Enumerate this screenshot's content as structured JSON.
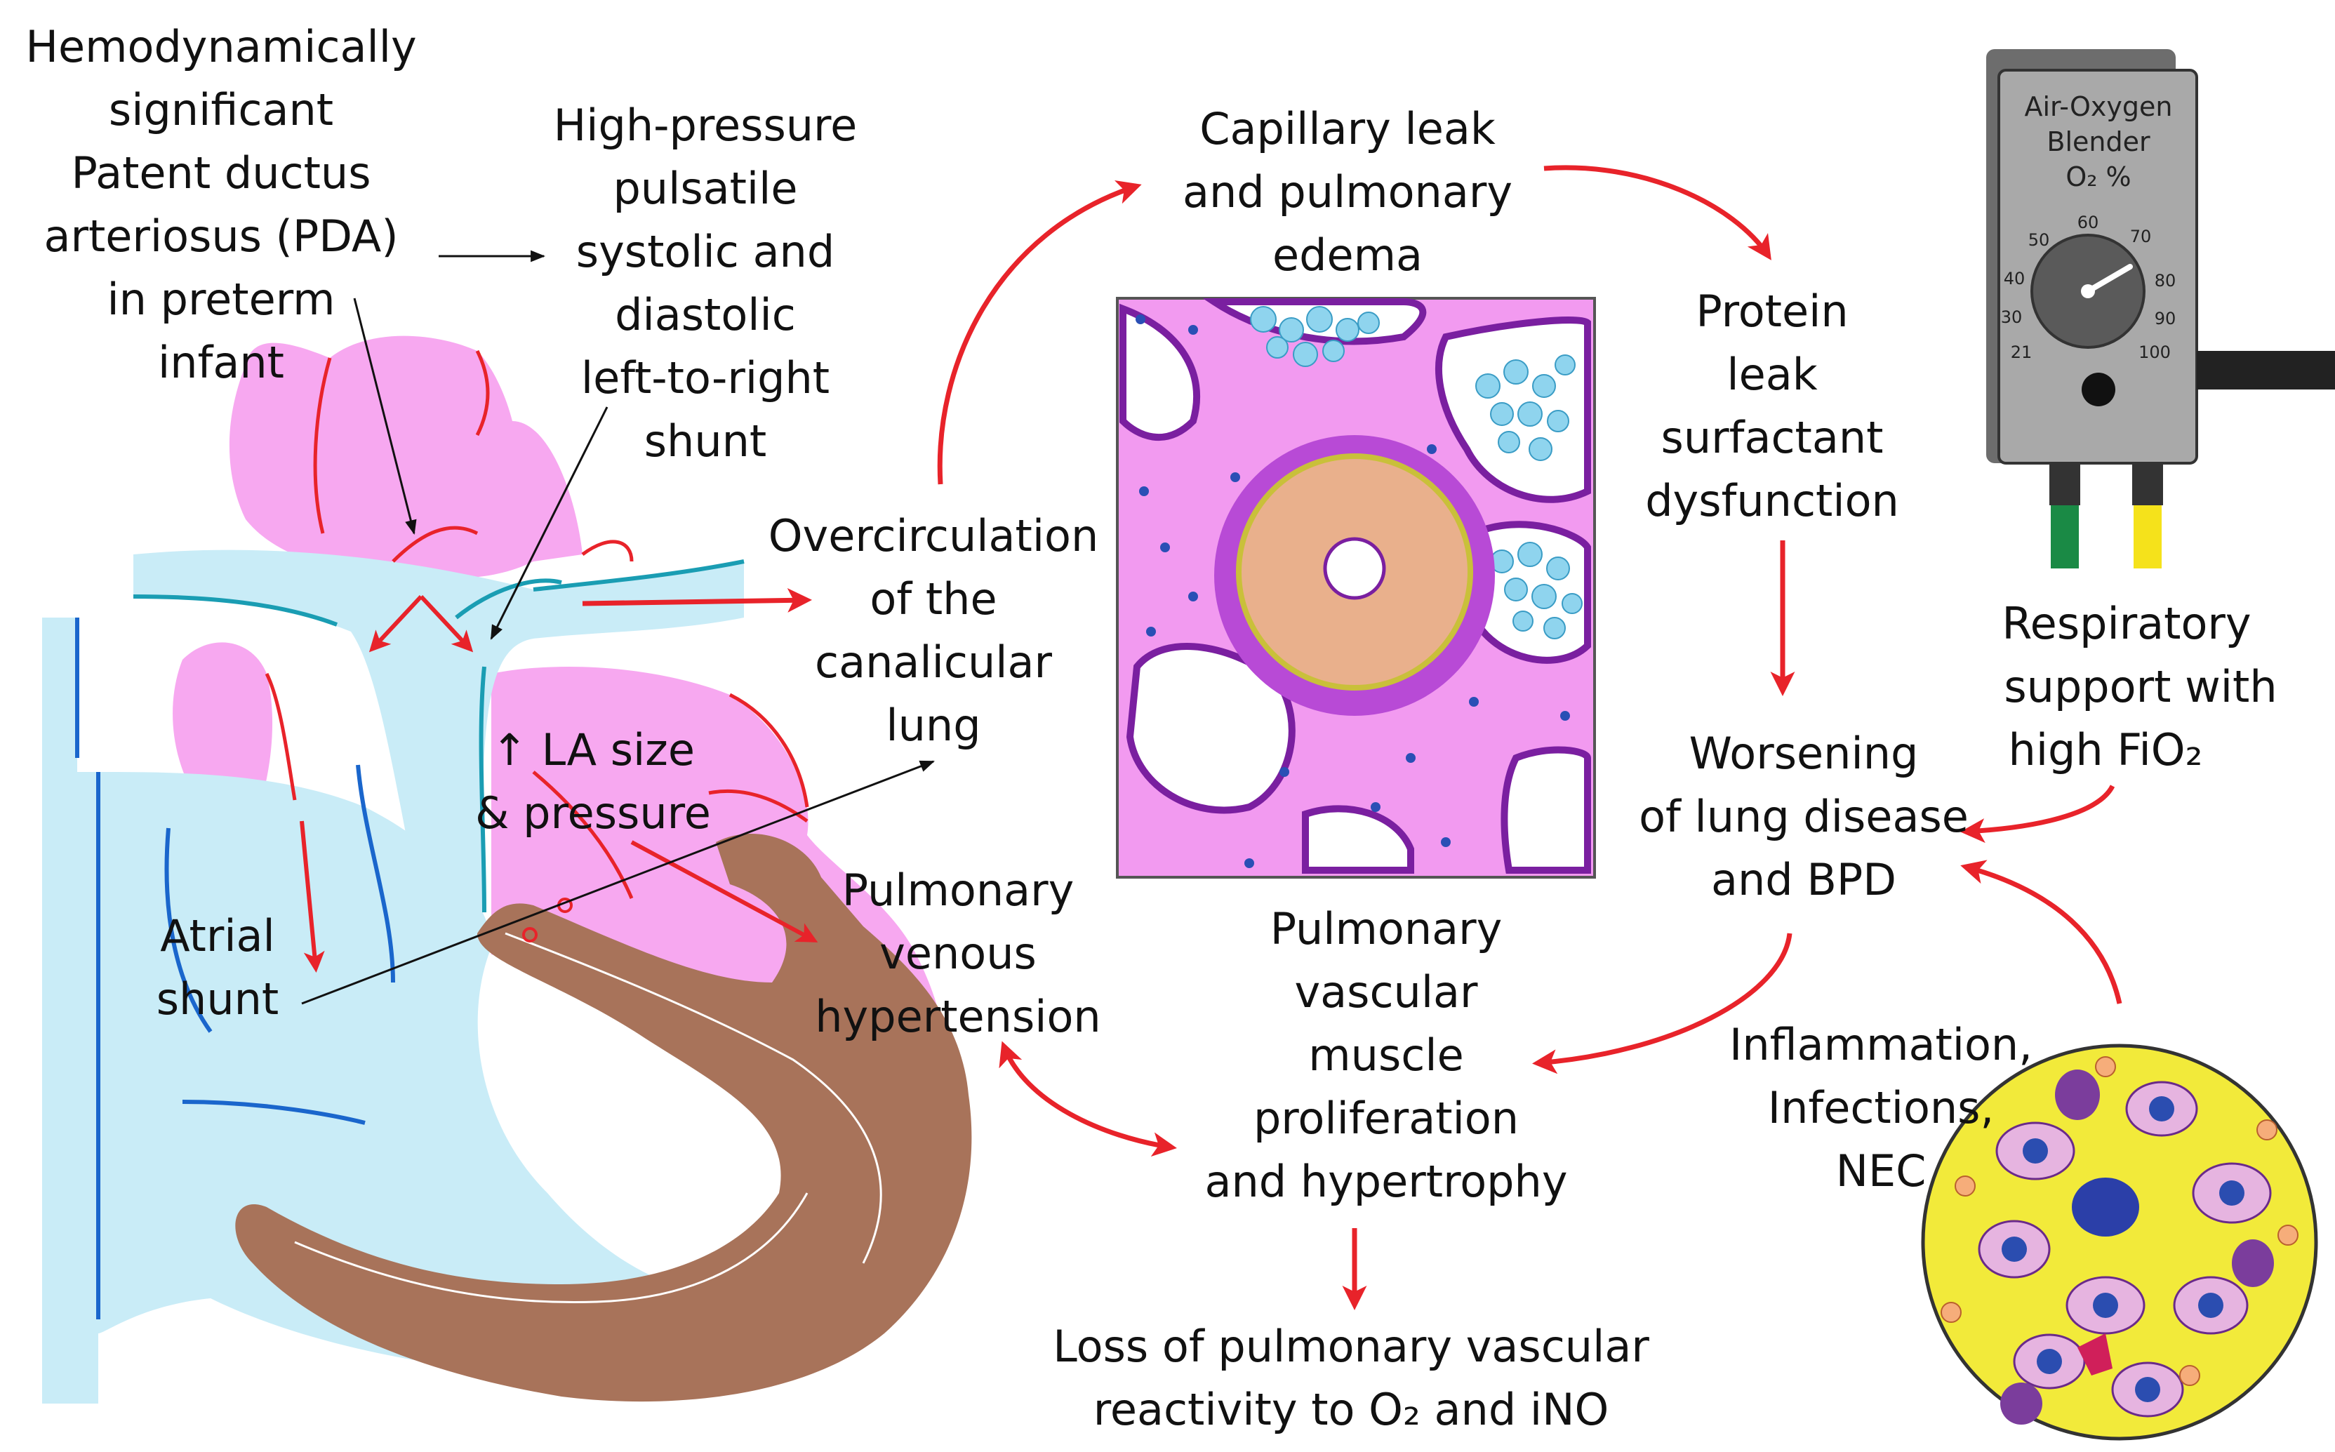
{
  "labels": {
    "pda": [
      "Hemodynamically",
      "significant",
      "Patent ductus",
      "arteriosus (PDA)",
      "in preterm",
      "infant"
    ],
    "shunt": [
      "High-pressure",
      "pulsatile",
      "systolic and",
      "diastolic",
      "left-to-right",
      "shunt"
    ],
    "capillary": [
      "Capillary leak",
      "and pulmonary",
      "edema"
    ],
    "protein": [
      "Protein",
      "leak",
      "surfactant",
      "dysfunction"
    ],
    "overcirc": [
      "Overcirculation",
      "of the",
      "canalicular",
      "lung"
    ],
    "la": [
      "↑ LA size",
      "& pressure"
    ],
    "atrial": [
      "Atrial",
      "shunt"
    ],
    "venous": [
      "Pulmonary",
      "venous",
      "hypertension"
    ],
    "muscle": [
      "Pulmonary",
      "vascular",
      "muscle",
      "proliferation",
      "and hypertrophy"
    ],
    "worsening": [
      "Worsening",
      "of lung disease",
      "and BPD"
    ],
    "respiratory": [
      "Respiratory",
      "support with",
      "high FiO₂"
    ],
    "inflammation": [
      "Inflammation,",
      "Infections,",
      "NEC"
    ],
    "loss": [
      "Loss of pulmonary vascular",
      "reactivity to O₂ and iNO"
    ]
  },
  "blender": {
    "title": [
      "Air-Oxygen",
      "Blender",
      "O₂ %"
    ],
    "dial_marks": [
      "21",
      "30",
      "40",
      "50",
      "60",
      "70",
      "80",
      "90",
      "100"
    ]
  },
  "colors": {
    "arrow": "#e8232a",
    "heart_pink": "#f7a8f0",
    "vessel_blue": "#c9ecf7",
    "myocardium": "#a8735a",
    "lung_pink": "#f29af0",
    "inflammation_yellow": "#f2ea3a"
  }
}
